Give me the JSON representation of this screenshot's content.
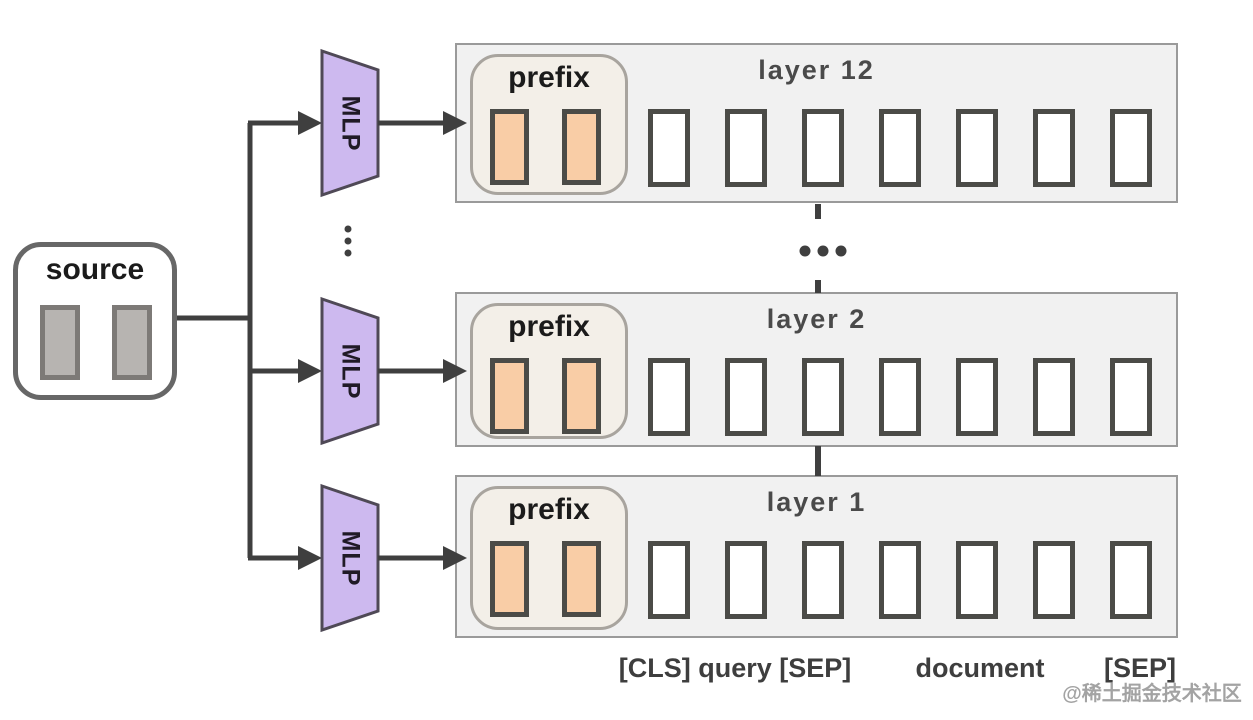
{
  "source": {
    "label": "source",
    "token_count": 2
  },
  "mlp": {
    "label": "MLP",
    "count": 3
  },
  "layers": [
    {
      "label": "layer 12",
      "prefix_label": "prefix",
      "prefix_token_count": 2,
      "token_count": 7
    },
    {
      "label": "layer 2",
      "prefix_label": "prefix",
      "prefix_token_count": 2,
      "token_count": 7
    },
    {
      "label": "layer 1",
      "prefix_label": "prefix",
      "prefix_token_count": 2,
      "token_count": 7
    }
  ],
  "ellipsis": {
    "between_mlps": "vertical-dots",
    "between_layers": "horizontal-dots"
  },
  "bottom_labels": {
    "cls_query_sep": "[CLS] query [SEP]",
    "document": "document",
    "sep": "[SEP]"
  },
  "watermark": "@稀土掘金技术社区",
  "colors": {
    "line": "#3f3f3f",
    "mlp": "#cdb9ef",
    "mlp-stroke": "#4f4956",
    "box-bg": "#f1f1f1",
    "box-border": "#9a9a9a",
    "prefix-bg": "#f3efe8",
    "prefix-border": "#a8a49e",
    "orange": "#f9cda6",
    "tok-border": "#4b4b47",
    "gray-tok": "#b7b4b1",
    "watermark": "#a3a3a3"
  }
}
